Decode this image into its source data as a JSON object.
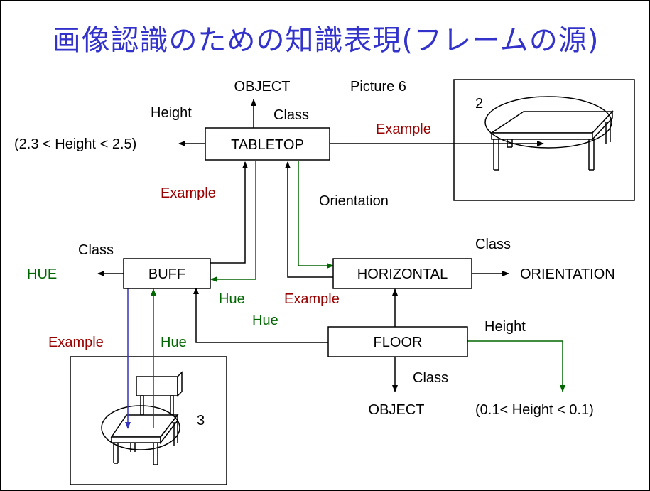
{
  "title": "画像認識のための知識表現(フレームの源)",
  "colors": {
    "title": "#3333cc",
    "example": "#990000",
    "hue": "#006600",
    "example_arrow": "#3333bb",
    "line": "#000000"
  },
  "nodes": {
    "tabletop": "TABLETOP",
    "buff": "BUFF",
    "horizontal": "HORIZONTAL",
    "floor": "FLOOR"
  },
  "values": {
    "object_top": "OBJECT",
    "object_bottom": "OBJECT",
    "hue": "HUE",
    "orientation": "ORIENTATION",
    "height_range_tabletop": "(2.3 < Height < 2.5)",
    "height_range_floor": "(0.1< Height < 0.1)"
  },
  "labels": {
    "picture": "Picture 6",
    "height_tabletop": "Height",
    "class_tabletop": "Class",
    "example_tabletop_picture": "Example",
    "example_buff_tabletop": "Example",
    "orientation": "Orientation",
    "class_buff": "Class",
    "class_horizontal": "Class",
    "hue_tabletop_buff": "Hue",
    "hue_floor_buff": "Hue",
    "example_floor_horizontal": "Example",
    "example_buff_chair": "Example",
    "hue_chair_buff": "Hue",
    "height_floor": "Height",
    "class_floor": "Class",
    "table_number": "2",
    "chair_number": "3"
  }
}
